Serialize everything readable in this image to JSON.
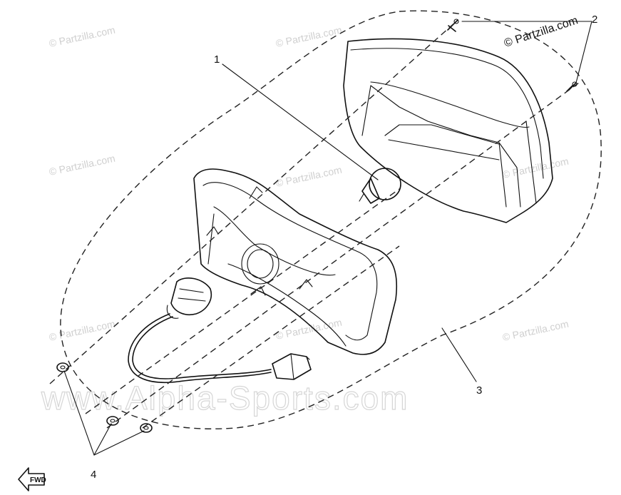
{
  "copyright": "© Partzilla.com",
  "watermarks": {
    "small": [
      "© Partzilla.com",
      "© Partzilla.com",
      "© Partzilla.com",
      "© Partzilla.com",
      "© Partzilla.com",
      "© Partzilla.com",
      "© Partzilla.com",
      "© Partzilla.com"
    ],
    "large": "www.Alpha-Sports.com"
  },
  "callouts": [
    "1",
    "2",
    "3",
    "4"
  ],
  "direction_marker": "FWD"
}
